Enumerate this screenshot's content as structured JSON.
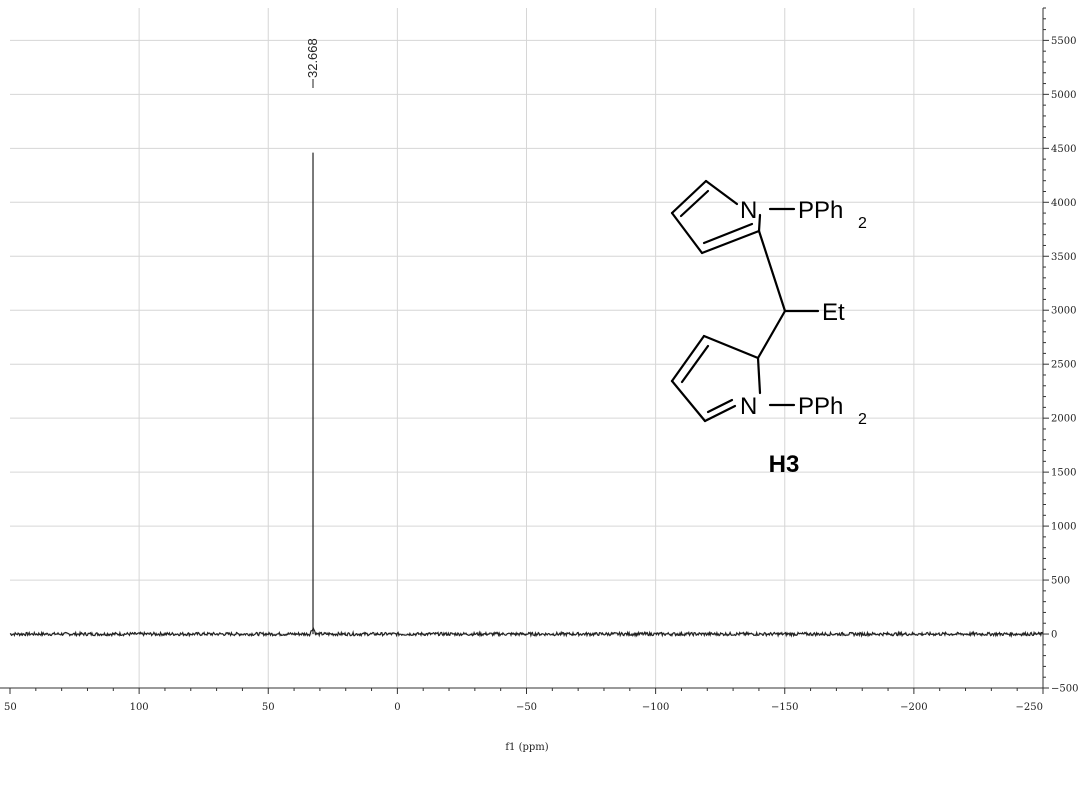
{
  "chart_data": {
    "type": "line",
    "xlabel": "f1 (ppm)",
    "xlim": [
      150,
      -250
    ],
    "ylim": [
      -500,
      5800
    ],
    "x_ticks": [
      {
        "value": 150,
        "label": "50"
      },
      {
        "value": 100,
        "label": "100"
      },
      {
        "value": 50,
        "label": "50"
      },
      {
        "value": 0,
        "label": "0"
      },
      {
        "value": -50,
        "label": "−50"
      },
      {
        "value": -100,
        "label": "−100"
      },
      {
        "value": -150,
        "label": "−150"
      },
      {
        "value": -200,
        "label": "−200"
      },
      {
        "value": -250,
        "label": "−250"
      }
    ],
    "y_ticks": [
      {
        "value": 5500,
        "label": "5500"
      },
      {
        "value": 5000,
        "label": "5000"
      },
      {
        "value": 4500,
        "label": "4500"
      },
      {
        "value": 4000,
        "label": "4000"
      },
      {
        "value": 3500,
        "label": "3500"
      },
      {
        "value": 3000,
        "label": "3000"
      },
      {
        "value": 2500,
        "label": "2500"
      },
      {
        "value": 2000,
        "label": "2000"
      },
      {
        "value": 1500,
        "label": "1500"
      },
      {
        "value": 1000,
        "label": "1000"
      },
      {
        "value": 500,
        "label": "500"
      },
      {
        "value": 0,
        "label": "0"
      },
      {
        "value": -500,
        "label": "−500"
      }
    ],
    "grid": true,
    "baseline": 0,
    "peaks": [
      {
        "x": 32.668,
        "y": 4460,
        "label": "32.668"
      }
    ]
  },
  "structure": {
    "n_pph2_top": "N",
    "pph2_top": "PPh",
    "sub_top": "2",
    "et": "Et",
    "n_pph2_bottom": "N",
    "pph2_bottom": "PPh",
    "sub_bottom": "2",
    "compound": "H3"
  }
}
